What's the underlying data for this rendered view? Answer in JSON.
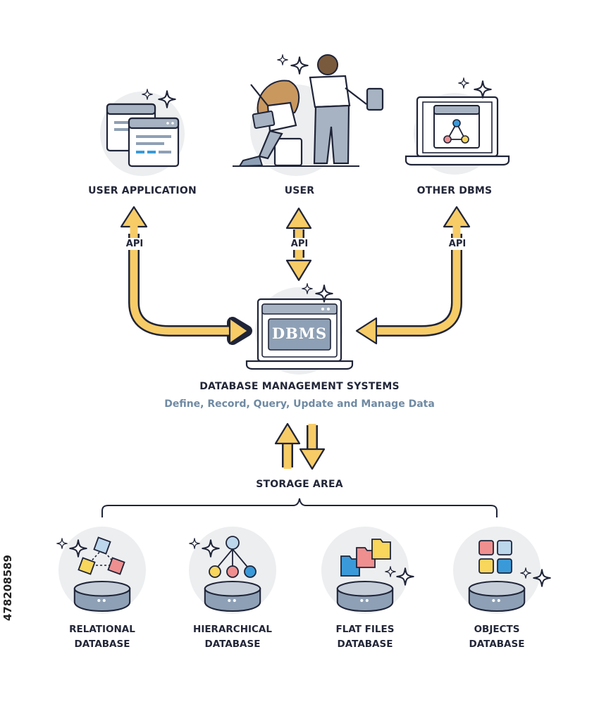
{
  "top_nodes": {
    "user_application": "USER APPLICATION",
    "user": "USER",
    "other_dbms": "OTHER DBMS"
  },
  "api_labels": {
    "left": "API",
    "center": "API",
    "right": "API"
  },
  "dbms": {
    "screen_text": "DBMS",
    "title": "DATABASE MANAGEMENT SYSTEMS",
    "subtitle": "Define, Record, Query, Update and Manage Data"
  },
  "storage": {
    "title": "STORAGE AREA",
    "databases": [
      {
        "line1": "RELATIONAL",
        "line2": "DATABASE"
      },
      {
        "line1": "HIERARCHICAL",
        "line2": "DATABASE"
      },
      {
        "line1": "FLAT FILES",
        "line2": "DATABASE"
      },
      {
        "line1": "OBJECTS",
        "line2": "DATABASE"
      }
    ]
  },
  "stock_id": "478208589",
  "colors": {
    "arrow": "#f7cc67",
    "outline": "#1f2438",
    "slate": "#8ea0b5",
    "steel": "#a7b3c2",
    "circle_bg": "#eceef0",
    "red": "#ef8f8f",
    "yellow": "#f9d65c",
    "blue": "#3a9ad9",
    "light_blue": "#bcd6ec"
  },
  "icons": [
    "sparkle-icon",
    "app-windows-icon",
    "people-icon",
    "laptop-graph-icon",
    "dbms-laptop-icon",
    "database-cylinder-icon",
    "cube-network-icon",
    "hierarchy-icon",
    "files-icon",
    "objects-grid-icon"
  ]
}
